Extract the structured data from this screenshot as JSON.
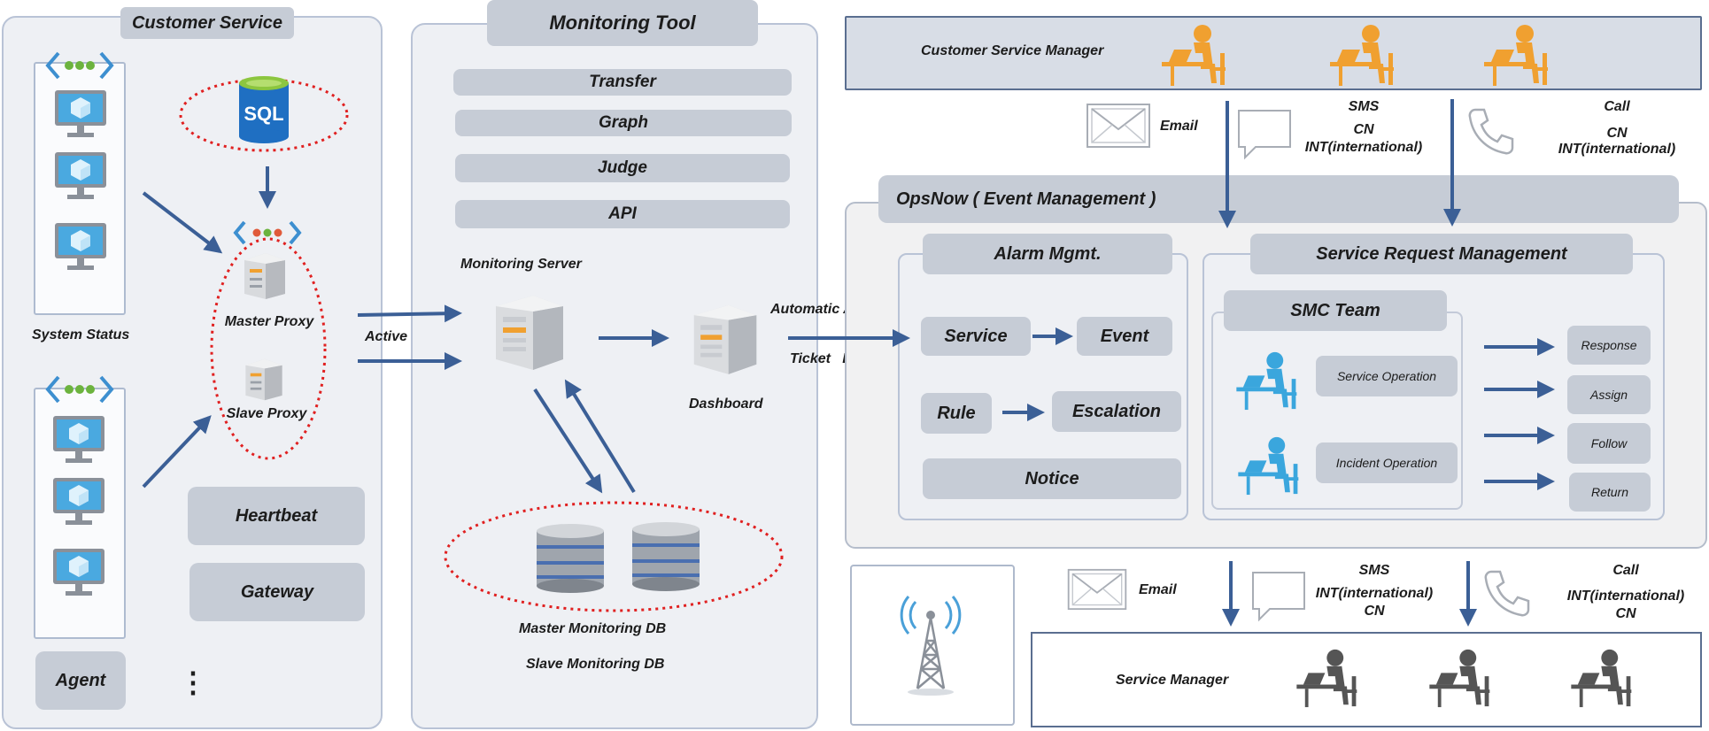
{
  "customer_service": {
    "title": "Customer Service",
    "system_status": "System Status",
    "master_proxy": "Master Proxy",
    "slave_proxy": "Slave Proxy",
    "active_mode": "Active Mode",
    "heartbeat": "Heartbeat",
    "gateway": "Gateway",
    "agent": "Agent",
    "ellipsis": "⋮",
    "sql_label": "SQL"
  },
  "monitoring_tool": {
    "title": "Monitoring Tool",
    "items": [
      "Transfer",
      "Graph",
      "Judge",
      "API"
    ],
    "monitoring_server": "Monitoring Server",
    "dashboard": "Dashboard",
    "master_db": "Master Monitoring DB",
    "slave_db": "Slave Monitoring DB"
  },
  "alarm_flow": {
    "line1": "Automatic Alarm",
    "line2": "Ticket   Entry"
  },
  "customer_service_manager": {
    "title": "Customer Service Manager",
    "email": "Email",
    "sms_lines": [
      "SMS",
      "CN",
      "INT(international)"
    ],
    "call_lines": [
      "Call",
      "CN",
      "INT(international)"
    ]
  },
  "opsnow": {
    "title": "OpsNow ( Event Management )",
    "alarm_mgmt": {
      "title": "Alarm Mgmt.",
      "service": "Service",
      "event": "Event",
      "rule": "Rule",
      "escalation": "Escalation",
      "notice": "Notice"
    },
    "srm": {
      "title": "Service Request Management",
      "smc_team": "SMC Team",
      "service_operation": "Service Operation",
      "incident_operation": "Incident Operation",
      "actions": [
        "Response",
        "Assign",
        "Follow",
        "Return"
      ]
    }
  },
  "service_manager": {
    "title": "Service Manager",
    "email": "Email",
    "sms_lines": [
      "SMS",
      "INT(international)",
      "CN"
    ],
    "call_lines": [
      "Call",
      "INT(international)",
      "CN"
    ]
  },
  "colors": {
    "arrow": "#3b5f96",
    "panel_bg": "#eef0f4",
    "pill_bg": "#c6ccd6",
    "person_orange": "#f0a030",
    "person_blue": "#3aa6dd",
    "person_gray": "#555555",
    "dotted_red": "#e02020"
  }
}
